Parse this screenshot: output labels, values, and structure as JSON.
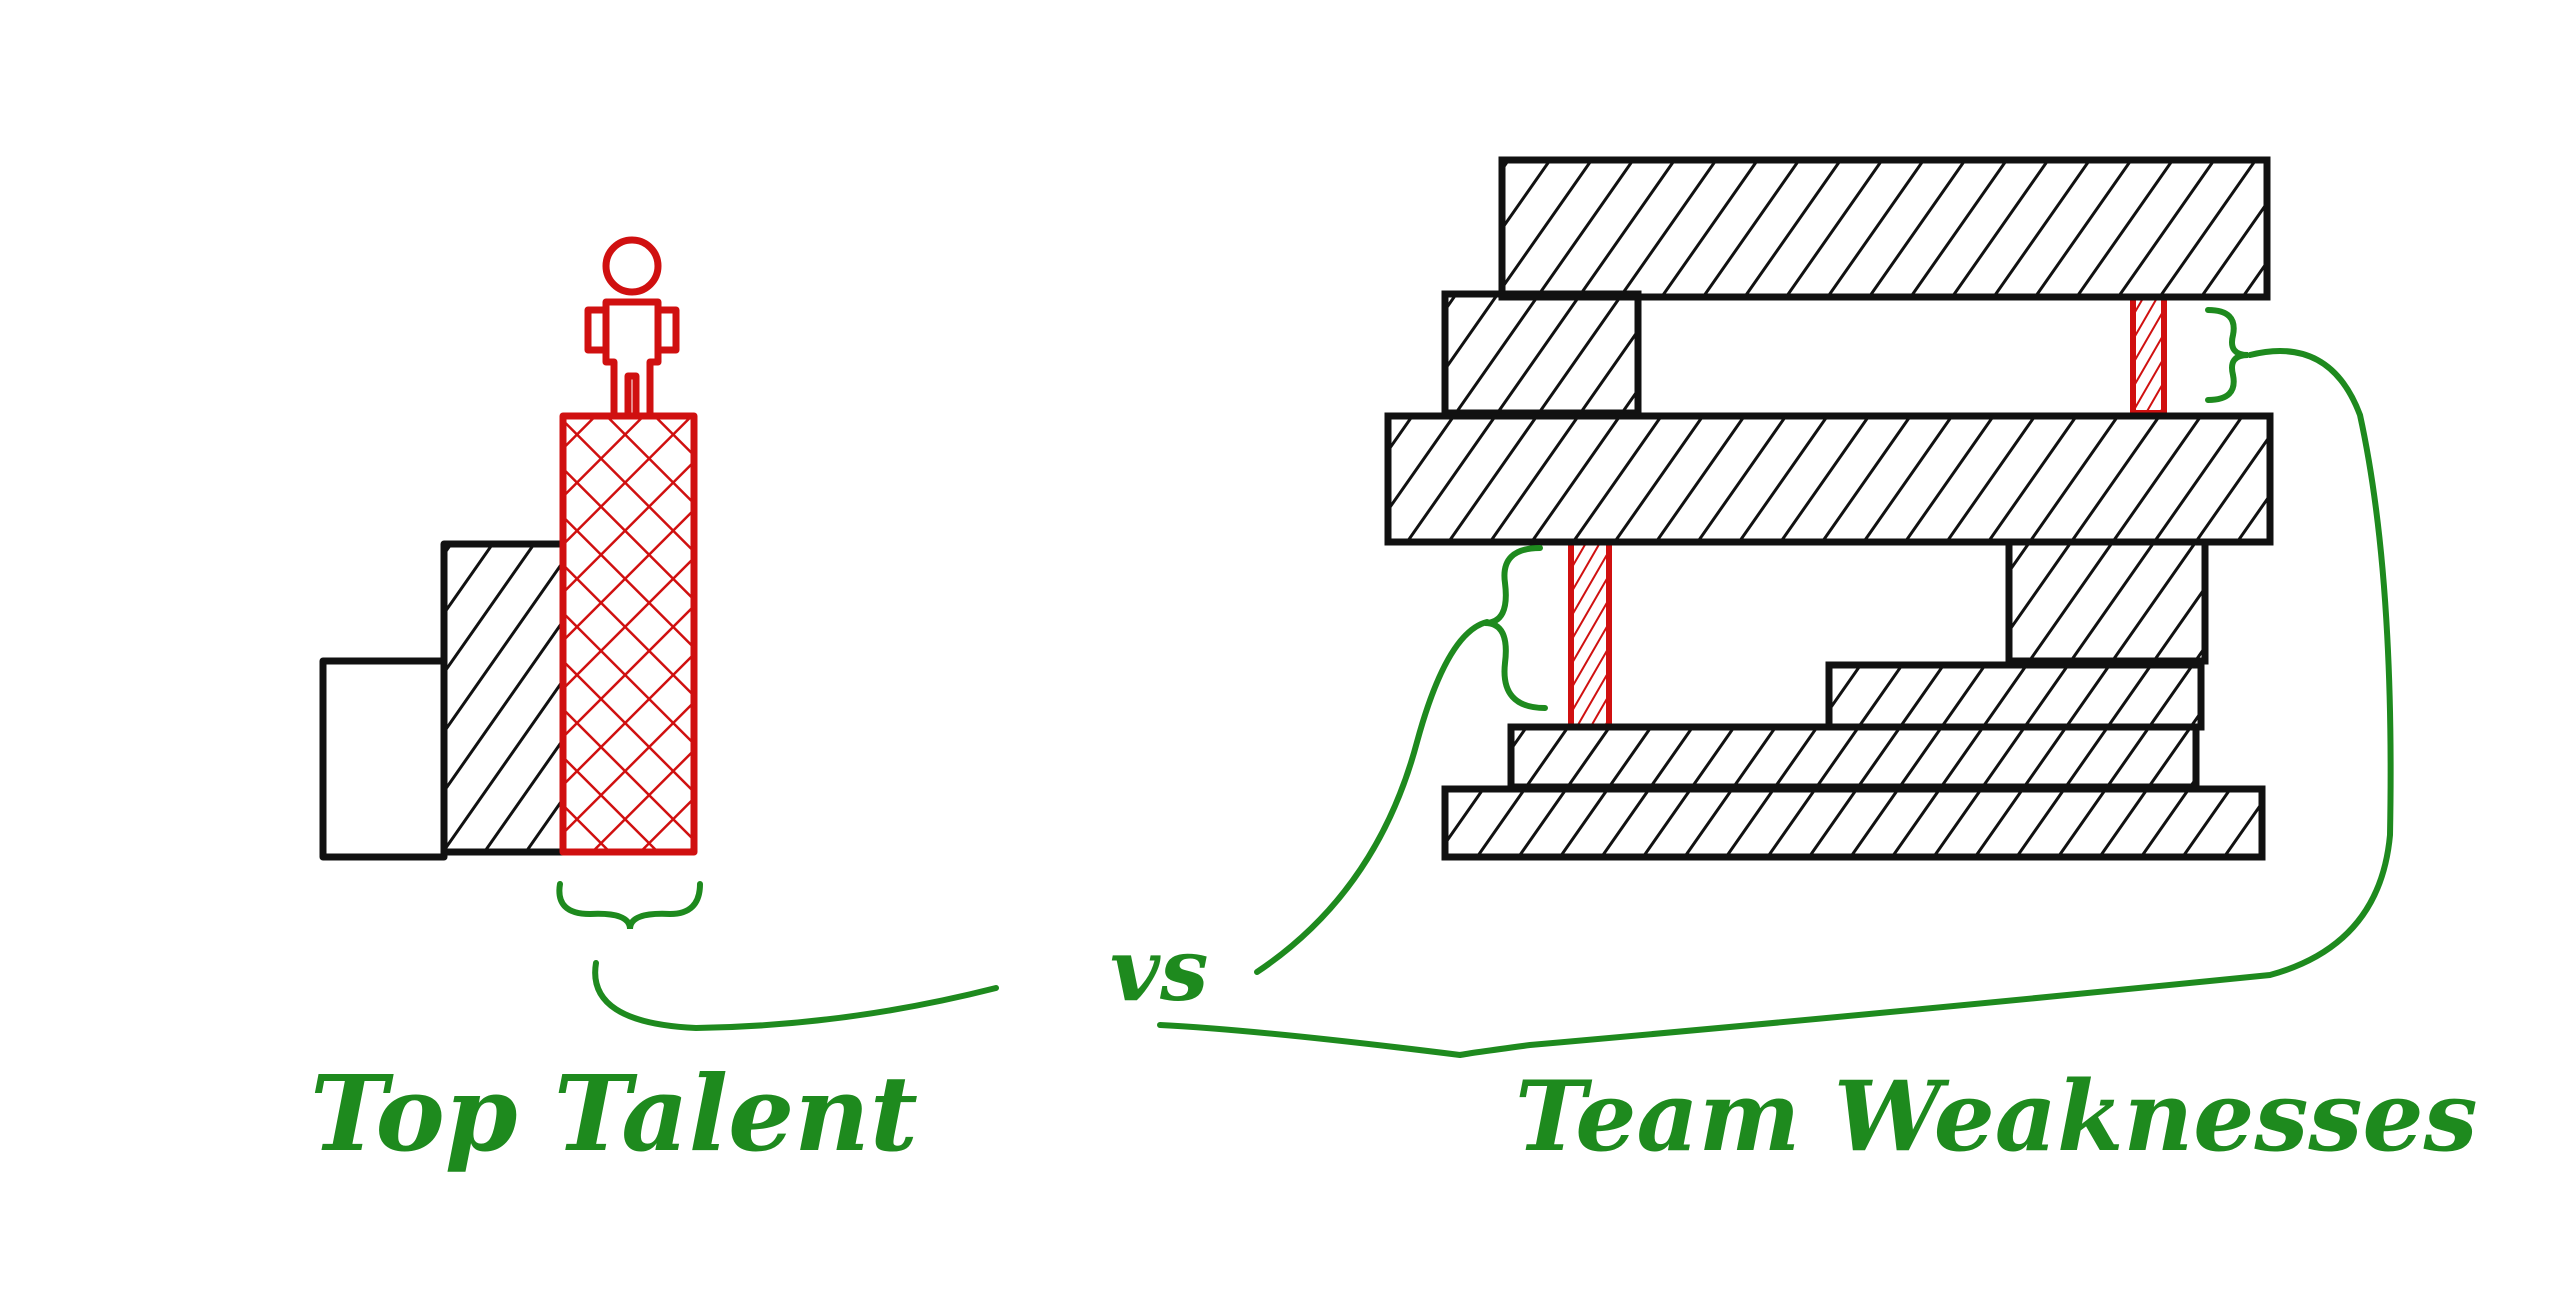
{
  "labels": {
    "left": "Top Talent",
    "middle": "vs",
    "right": "Team Weaknesses"
  },
  "colors": {
    "ink": "#111111",
    "highlight": "#d01010",
    "annotation": "#1e8a1e",
    "background": "#ffffff"
  }
}
